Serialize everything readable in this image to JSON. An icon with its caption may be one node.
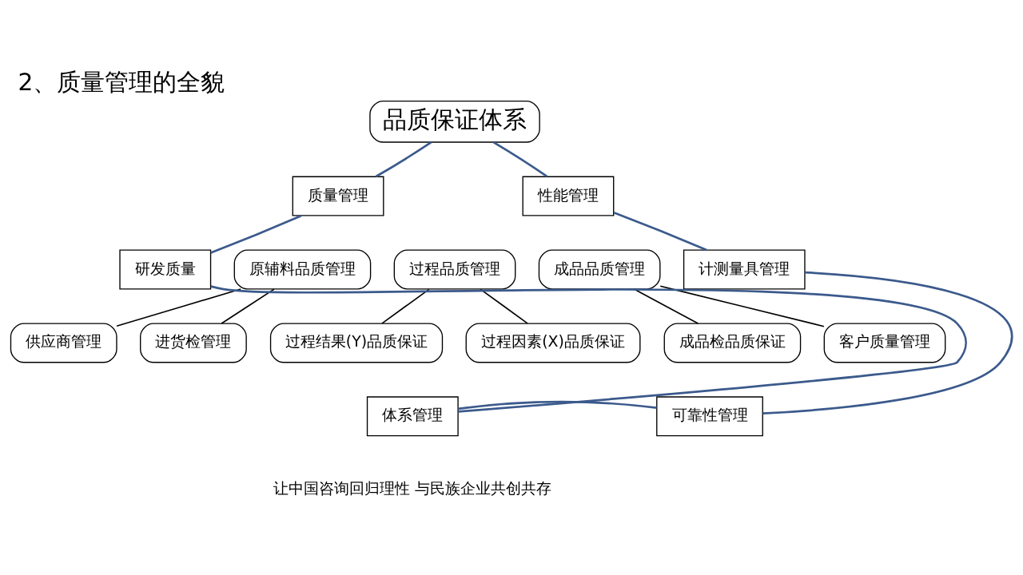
{
  "diagram": {
    "title": "2、质量管理的全貌",
    "caption": "让中国咨询回归理性 与民族企业共创共存",
    "nodes": [
      {
        "text": [
          "品质保证体系"
        ]
      },
      {
        "text": [
          "质量管理"
        ]
      },
      {
        "text": [
          "性能管理"
        ]
      },
      {
        "text": [
          "原辅料品质管理"
        ]
      },
      {
        "text": [
          "过程品质管理"
        ]
      },
      {
        "text": [
          "成品品质管理"
        ]
      },
      {
        "text": [
          "研发质量"
        ]
      },
      {
        "text": [
          "计测量具管理"
        ]
      },
      {
        "text": [
          "供应商管理"
        ]
      },
      {
        "text": [
          "进货检管理"
        ]
      },
      {
        "text": [
          "过程结果(Y)品质保证"
        ]
      },
      {
        "text": [
          "过程因素(X)品质保证"
        ]
      },
      {
        "text": [
          "成品检品质保证"
        ]
      },
      {
        "text": [
          "客户质量管理"
        ]
      },
      {
        "text": [
          "体系管理"
        ]
      },
      {
        "text": [
          "可靠性管理"
        ]
      }
    ],
    "edges": [
      {
        "from": 0,
        "to": 2,
        "arrow": "none"
      },
      {
        "from": 2,
        "to": 7,
        "arrow": "none"
      },
      {
        "from": 7,
        "to": 15,
        "arrow": "none"
      },
      {
        "from": 15,
        "to": 14,
        "arrow": "none"
      },
      {
        "from": 14,
        "to": 6,
        "arrow": "none"
      },
      {
        "from": 6,
        "to": 1,
        "arrow": "none"
      },
      {
        "from": 1,
        "to": 0,
        "arrow": "none"
      },
      {
        "from": 3,
        "to": 8,
        "arrow": "none",
        "color": "#000000"
      },
      {
        "from": 3,
        "to": 9,
        "arrow": "none",
        "color": "#000000"
      },
      {
        "from": 4,
        "to": 10,
        "arrow": "none",
        "color": "#000000"
      },
      {
        "from": 4,
        "to": 11,
        "arrow": "none",
        "color": "#000000"
      },
      {
        "from": 5,
        "to": 12,
        "arrow": "none",
        "color": "#000000"
      },
      {
        "from": 5,
        "to": 13,
        "arrow": "none",
        "color": "#000000"
      }
    ]
  }
}
